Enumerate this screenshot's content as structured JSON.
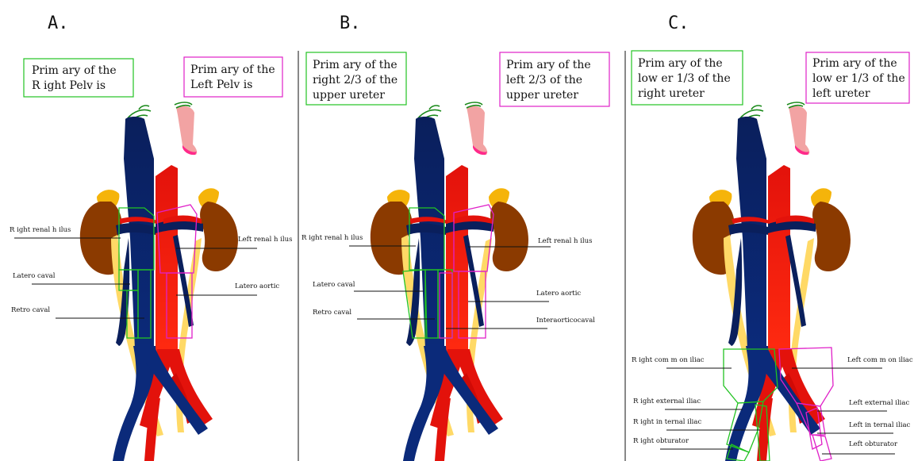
{
  "colors": {
    "ivc": "#0a1f5c",
    "aorta": "#e3120b",
    "kidney": "#8b3a00",
    "adrenal": "#f5b40a",
    "ureter": "#ffd966",
    "esophagus": "#f2a3a3",
    "green": "#22c322",
    "magenta": "#e020c8"
  },
  "panels": [
    {
      "letter": "A.",
      "box_left": [
        "Prim ary of the",
        "R ight Pelv is"
      ],
      "box_right": [
        "Prim ary of the",
        "Left Pelv is"
      ],
      "labels": {
        "right_renal_hilus": "R ight renal h ilus",
        "left_renal_hilus": "Left renal h ilus",
        "latero_caval": "Latero caval",
        "latero_aortic": "Latero aortic",
        "retro_caval": "Retro caval"
      }
    },
    {
      "letter": "B.",
      "box_left": [
        "Prim ary of the",
        "right 2/3 of the",
        "upper ureter"
      ],
      "box_right": [
        "Prim ary of the",
        "left 2/3 of the",
        "upper ureter"
      ],
      "labels": {
        "right_renal_hilus": "R ight renal h ilus",
        "left_renal_hilus": "Left renal h ilus",
        "latero_caval": "Latero caval",
        "latero_aortic": "Latero aortic",
        "retro_caval": "Retro caval",
        "interaortocaval": "Interaorticocaval"
      }
    },
    {
      "letter": "C.",
      "box_left": [
        "Prim ary of the",
        "low er 1/3 of the",
        "right ureter"
      ],
      "box_right": [
        "Prim ary of the",
        "low er 1/3 of the",
        "left ureter"
      ],
      "labels": {
        "right_common_iliac": "R ight com m on iliac",
        "left_common_iliac": "Left com m on iliac",
        "right_external_iliac": "R ight external iliac",
        "left_external_iliac": "Left external iliac",
        "right_internal_iliac": "R ight in ternal iliac",
        "left_internal_iliac": "Left in ternal iliac",
        "right_obturator": "R ight obturator",
        "left_obturator": "Left obturator"
      }
    }
  ]
}
